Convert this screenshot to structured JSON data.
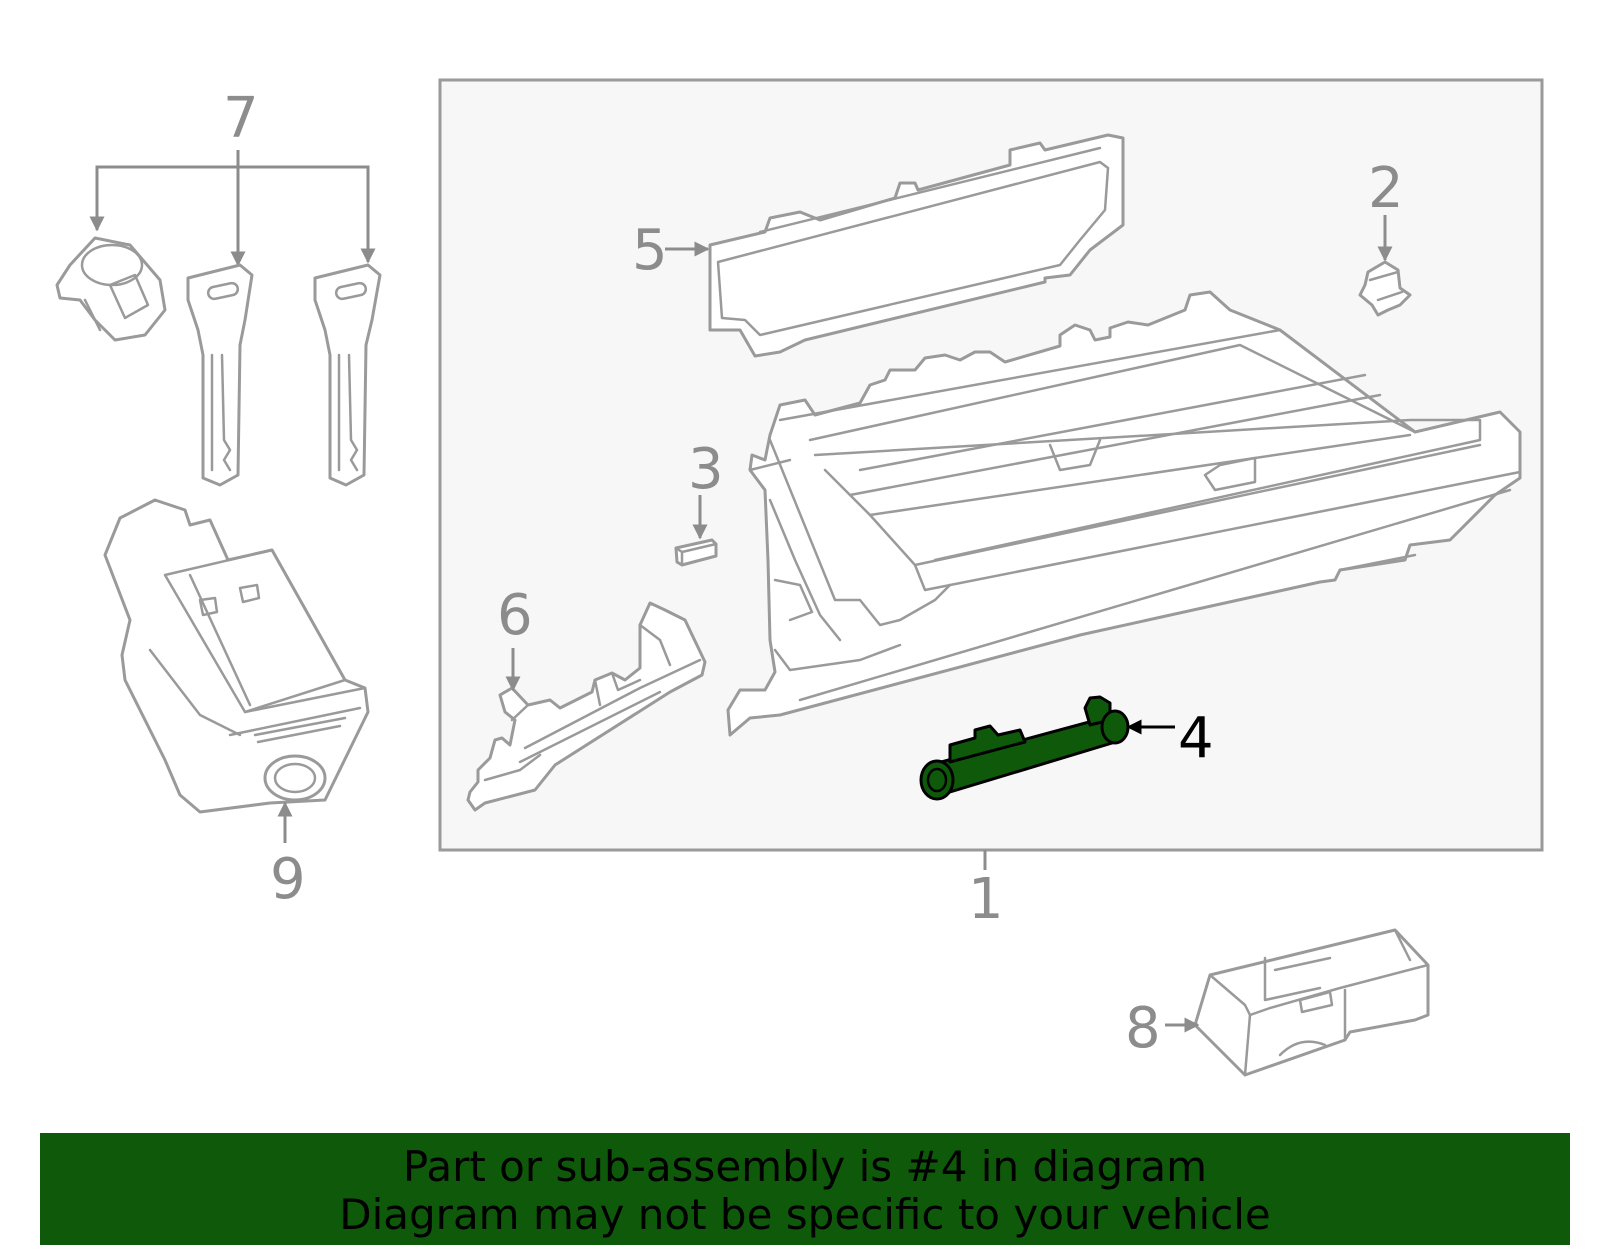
{
  "colors": {
    "highlight": "#0f5a0a",
    "line": "#9a9a9a",
    "box_fill": "#f7f7f7"
  },
  "callouts": {
    "c1": "1",
    "c2": "2",
    "c3": "3",
    "c4": "4",
    "c5": "5",
    "c6": "6",
    "c7": "7",
    "c8": "8",
    "c9": "9"
  },
  "highlighted_part": "4",
  "banner": {
    "line1": "Part or sub-assembly is #4 in diagram",
    "line2": "Diagram may not be specific to your vehicle"
  }
}
